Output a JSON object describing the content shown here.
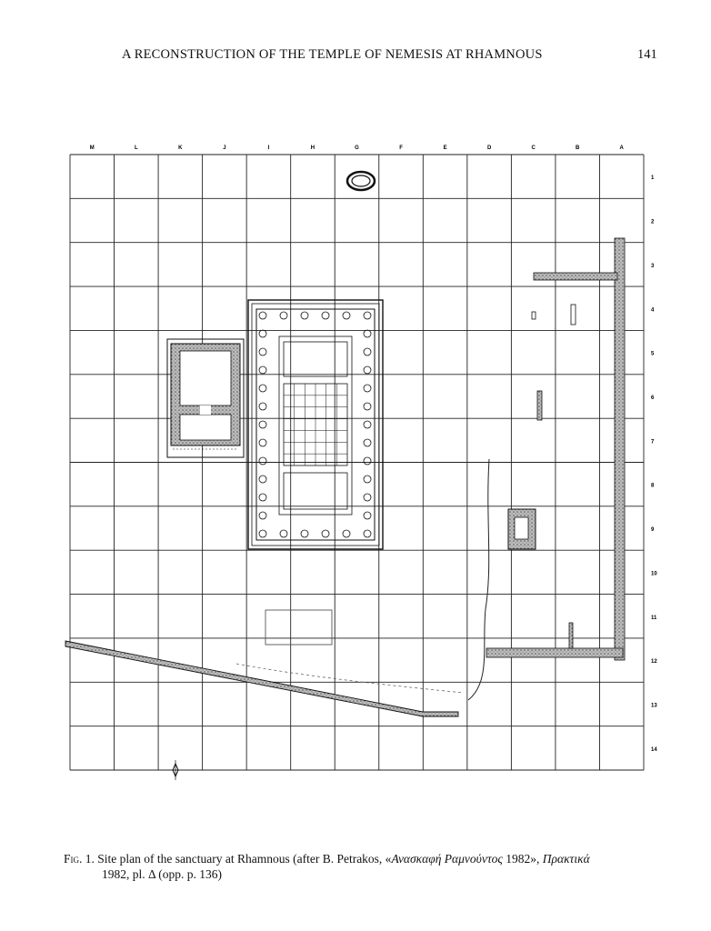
{
  "header": {
    "running_title": "A RECONSTRUCTION OF THE TEMPLE OF NEMESIS AT RHAMNOUS",
    "page_number": "141"
  },
  "site_plan": {
    "column_labels": [
      "M",
      "L",
      "K",
      "J",
      "I",
      "H",
      "G",
      "F",
      "E",
      "D",
      "C",
      "B",
      "A"
    ],
    "row_labels": [
      "1",
      "2",
      "3",
      "4",
      "5",
      "6",
      "7",
      "8",
      "9",
      "10",
      "11",
      "12",
      "13",
      "14"
    ]
  },
  "caption": {
    "fig_label": "Fig. 1.",
    "text_a": " Site plan of the sanctuary at Rhamnous (after B. Petrakos, «",
    "greek_title": "Ανασκαφή Ραμνούντος",
    "text_b": " 1982», ",
    "greek_journal": "Πρακτικά",
    "line2": "1982, pl. Δ (opp. p. 136)"
  }
}
